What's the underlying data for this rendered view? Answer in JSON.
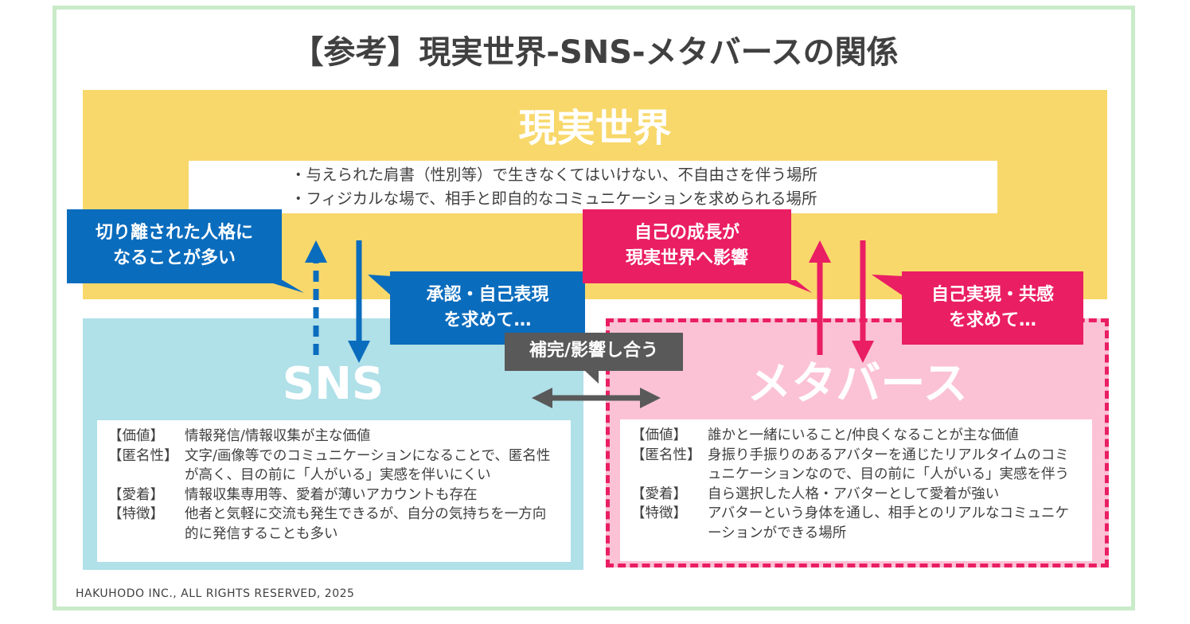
{
  "title": "【参考】現実世界-SNS-メタバースの関係",
  "real_world": {
    "heading": "現実世界",
    "lines": [
      "・与えられた肩書（性別等）で生きなくてはいけない、不自由さを伴う場所",
      "・フィジカルな場で、相手と即自的なコミュニケーションを求められる場所"
    ]
  },
  "sns": {
    "heading": "SNS",
    "rows": [
      {
        "label": "【価値】",
        "text": "情報発信/情報収集が主な価値"
      },
      {
        "label": "【匿名性】",
        "text": "文字/画像等でのコミュニケーションになることで、匿名性が高く、目の前に「人がいる」実感を伴いにくい"
      },
      {
        "label": "【愛着】",
        "text": "情報収集専用等、愛着が薄いアカウントも存在"
      },
      {
        "label": "【特徴】",
        "text": "他者と気軽に交流も発生できるが、自分の気持ちを一方向的に発信することも多い"
      }
    ]
  },
  "metaverse": {
    "heading": "メタバース",
    "rows": [
      {
        "label": "【価値】",
        "text": "誰かと一緒にいること/仲良くなることが主な価値"
      },
      {
        "label": "【匿名性】",
        "text": "身振り手振りのあるアバターを通じたリアルタイムのコミュニケーションなので、目の前に「人がいる」実感を伴う"
      },
      {
        "label": "【愛着】",
        "text": "自ら選択した人格・アバターとして愛着が強い"
      },
      {
        "label": "【特徴】",
        "text": "アバターという身体を通し、相手とのリアルなコミュニケーションができる場所"
      }
    ]
  },
  "callouts": {
    "split_personality": [
      "切り離された人格に",
      "なることが多い"
    ],
    "approval": [
      "承認・自己表現",
      "を求めて…"
    ],
    "growth": [
      "自己の成長が",
      "現実世界へ影響"
    ],
    "self_realization": [
      "自己実現・共感",
      "を求めて…"
    ],
    "complement": "補完/影響し合う"
  },
  "footer": "HAKUHODO INC., ALL RIGHTS RESERVED, 2025",
  "colors": {
    "real_world": "#f8d86b",
    "sns": "#b0e0e8",
    "metaverse": "#fbc2d6",
    "accent_blue": "#0a6cbd",
    "accent_pink": "#ea1e63",
    "neutral_gray": "#595959",
    "frame": "#c9ebc9"
  }
}
